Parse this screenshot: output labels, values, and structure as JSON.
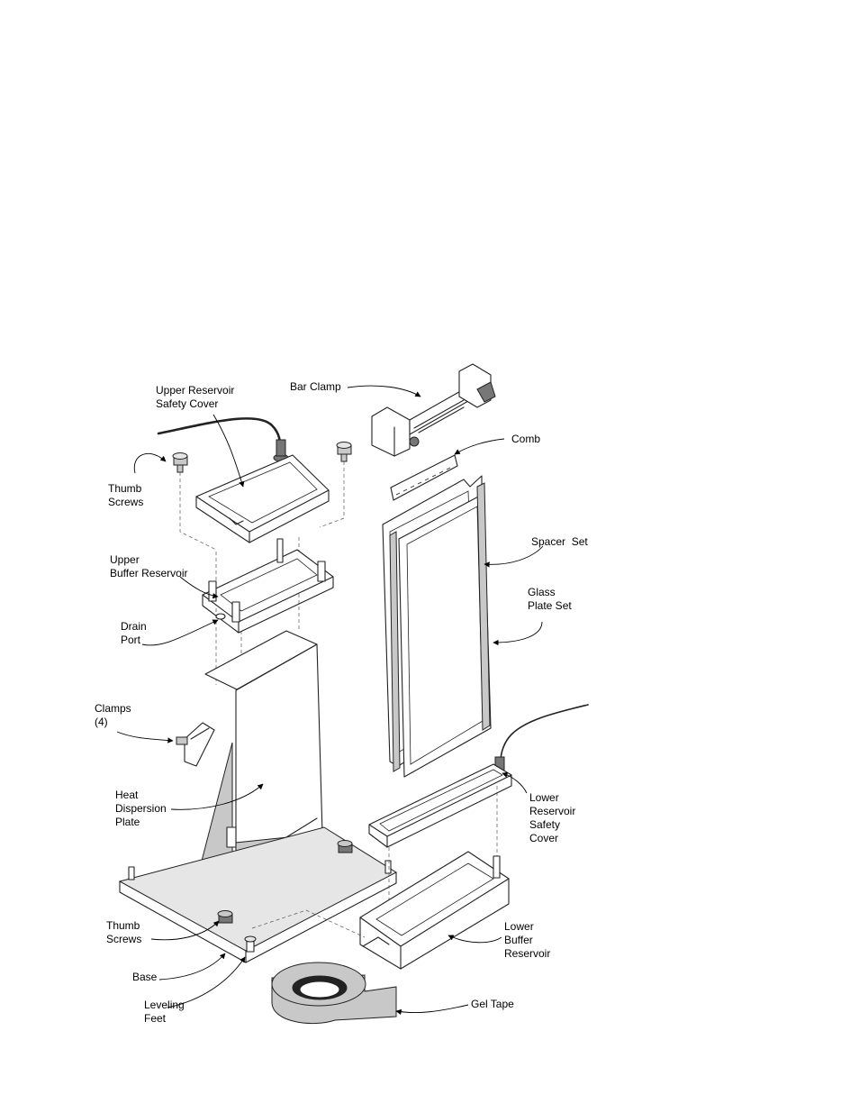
{
  "labels": {
    "upper_reservoir_safety_cover": [
      "Upper Reservoir",
      "Safety Cover"
    ],
    "bar_clamp": [
      "Bar Clamp"
    ],
    "comb": [
      "Comb"
    ],
    "thumb_screws_top": [
      "Thumb",
      "Screws"
    ],
    "spacer_set": [
      "Spacer  Set"
    ],
    "upper_buffer_reservoir": [
      "Upper",
      "Buffer Reservoir"
    ],
    "glass_plate_set": [
      "Glass",
      "Plate Set"
    ],
    "drain_port": [
      "Drain",
      "Port"
    ],
    "clamps": [
      "Clamps",
      "(4)"
    ],
    "heat_dispersion_plate": [
      "Heat",
      "Dispersion",
      "Plate"
    ],
    "lower_reservoir_safety_cover": [
      "Lower",
      "Reservoir",
      "Safety",
      "Cover"
    ],
    "lower_buffer_reservoir": [
      "Lower",
      "Buffer",
      "Reservoir"
    ],
    "thumb_screws_bottom": [
      "Thumb",
      "Screws"
    ],
    "base": [
      "Base"
    ],
    "leveling_feet": [
      "Leveling",
      "Feet"
    ],
    "gel_tape": [
      "Gel Tape"
    ]
  },
  "colors": {
    "line": "#222222",
    "shade": "#c8c8c8",
    "light_shade": "#e6e6e6",
    "dark_shade": "#777777"
  }
}
